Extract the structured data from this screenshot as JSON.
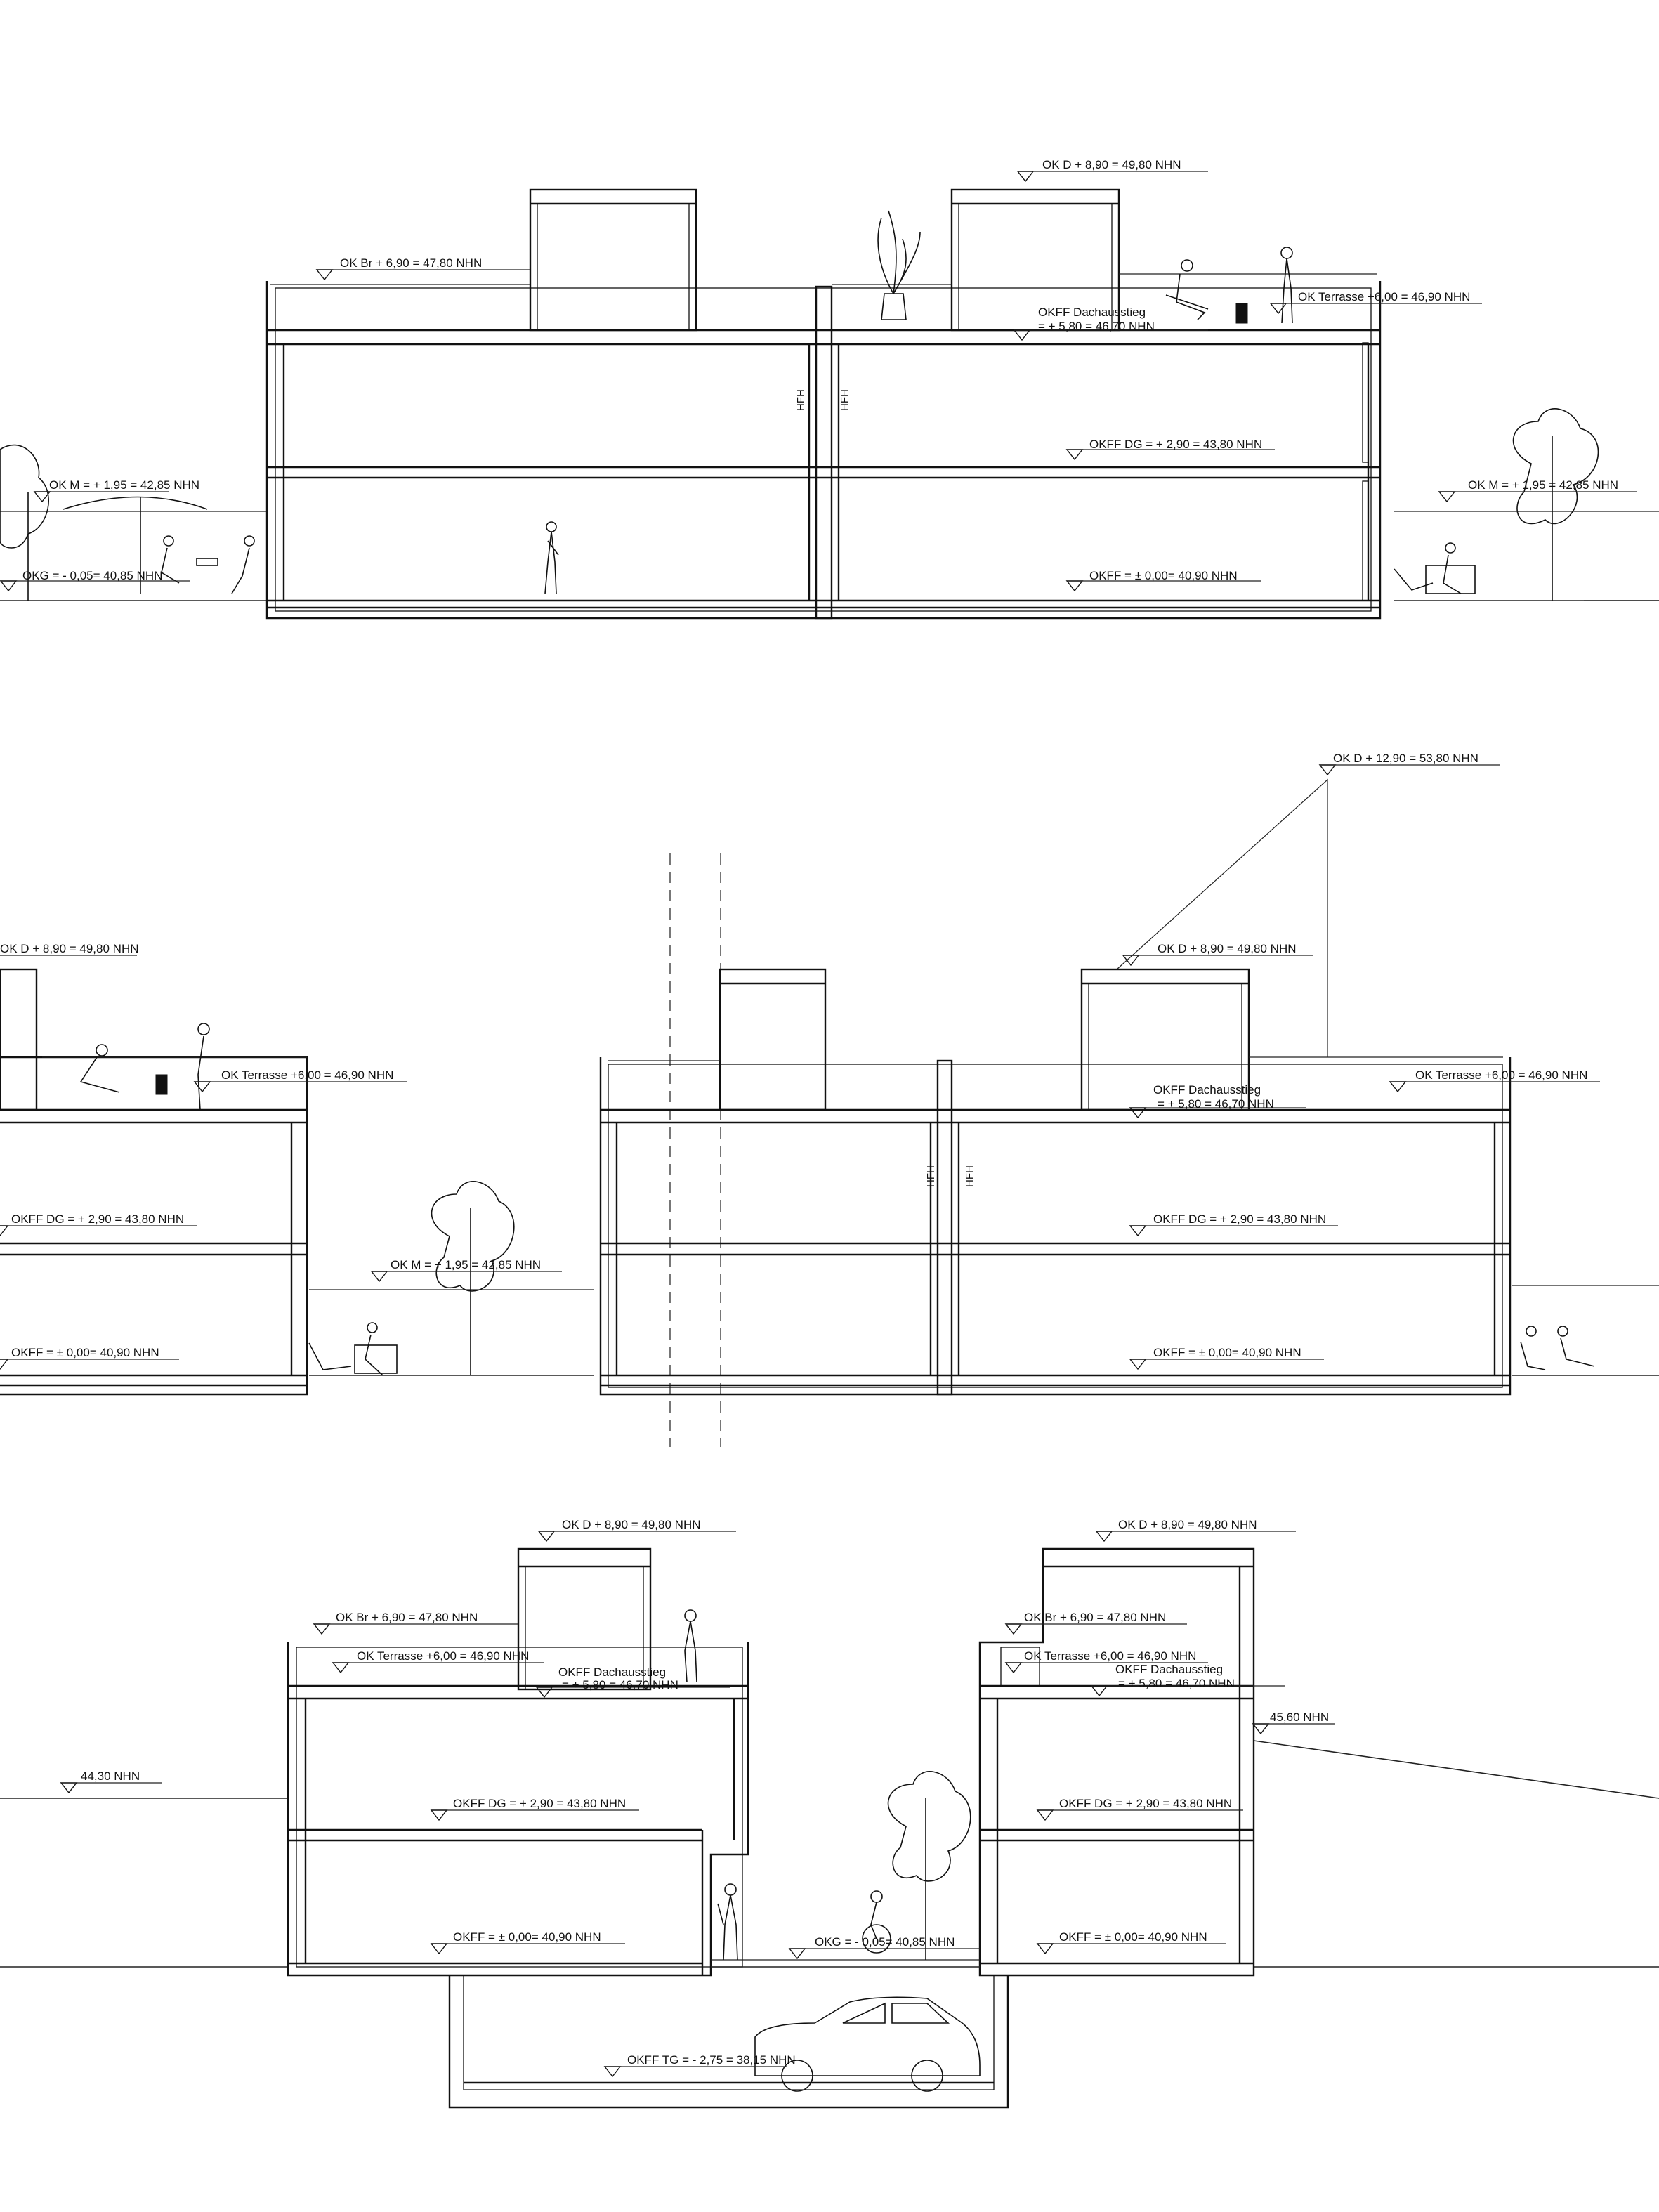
{
  "levels": {
    "ok_d_890": "OK D  + 8,90 = 49,80 NHN",
    "ok_d_1290": "OK D  + 12,90 = 53,80 NHN",
    "ok_br_690": "OK Br  + 6,90 = 47,80 NHN",
    "ok_terrasse_600": "OK Terrasse +6,00 = 46,90 NHN",
    "okff_dachausstieg": "OKFF Dachausstieg",
    "okff_dachausstieg_580": "= + 5,80 = 46,70 NHN",
    "okff_dg_290": "OKFF DG = + 2,90 = 43,80 NHN",
    "okff_000": "OKFF = ± 0,00= 40,90 NHN",
    "okg_minus005": "OKG = - 0,05= 40,85 NHN",
    "ok_m_195": "OK M = + 1,95 = 42,85 NHN",
    "okff_tg": "OKFF TG = - 2,75 = 38,15 NHN",
    "nhn_4430": "44,30 NHN",
    "nhn_4560": "45,60 NHN",
    "hfh": "HFH"
  }
}
